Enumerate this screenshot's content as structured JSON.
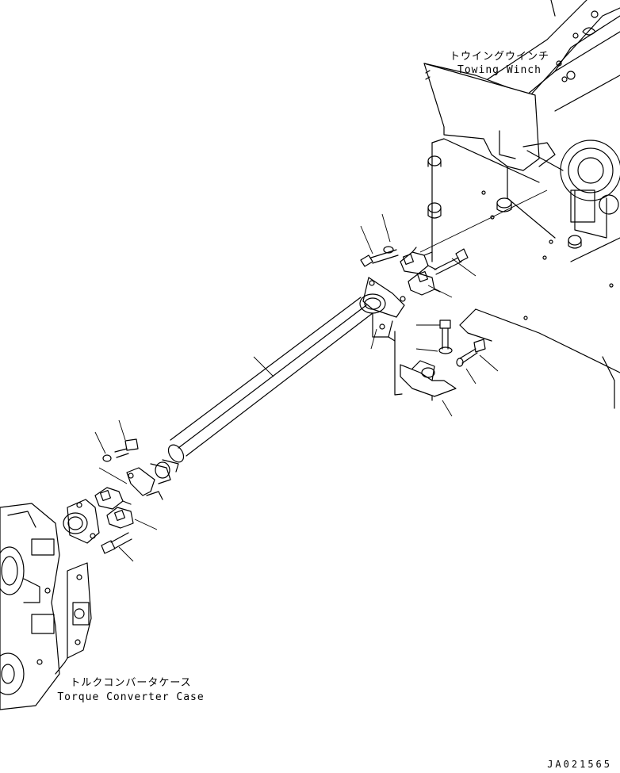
{
  "labels": {
    "towing_winch_jp": "トウイングウインチ",
    "towing_winch_en": "Towing Winch",
    "torque_converter_jp": "トルクコンバータケース",
    "torque_converter_en": "Torque Converter Case"
  },
  "drawing_id": "JA021565"
}
